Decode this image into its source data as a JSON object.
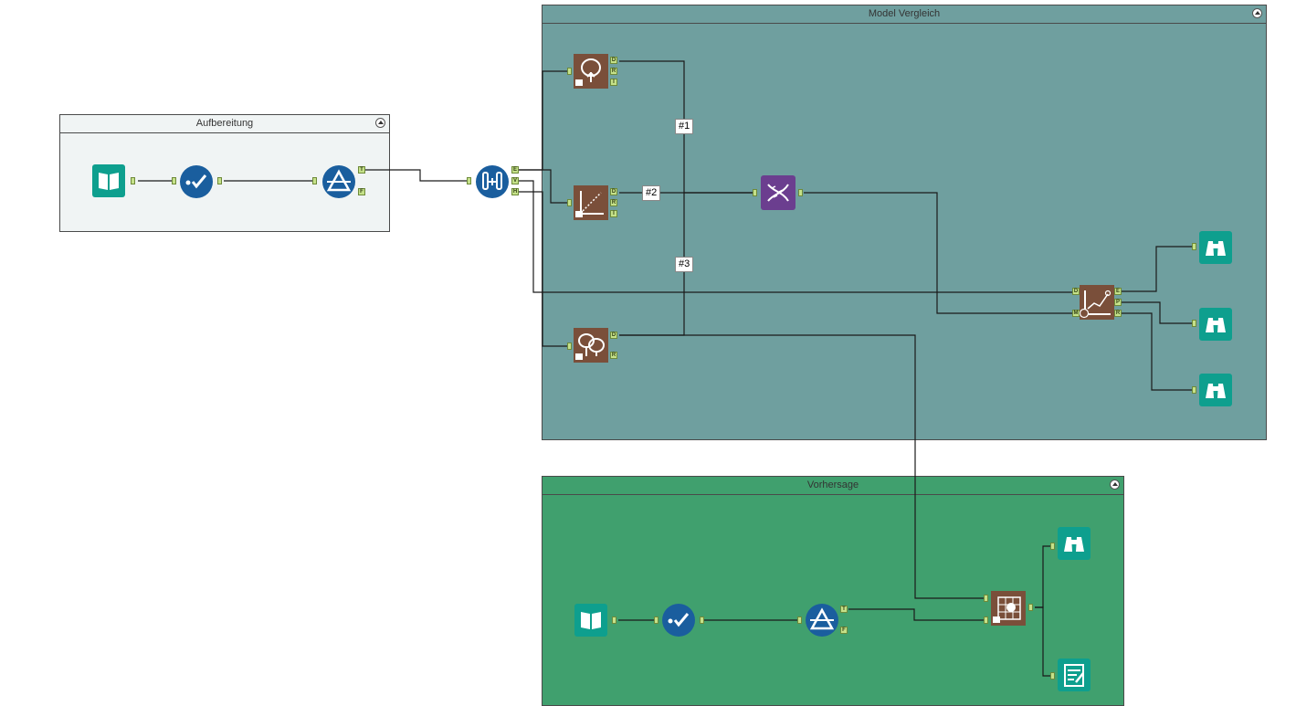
{
  "containers": {
    "aufbereitung": {
      "title": "Aufbereitung",
      "bg": "#f0f4f4"
    },
    "model_vergleich": {
      "title": "Model Vergleich",
      "bg": "#6f9f9f"
    },
    "vorhersage": {
      "title": "Vorhersage",
      "bg": "#40a06e"
    }
  },
  "connection_labels": {
    "c1": "#1",
    "c2": "#2",
    "c3": "#3"
  },
  "anchor_labels": {
    "filter": {
      "true": "T",
      "false": "F"
    },
    "create_samples": {
      "estimation": "E",
      "validation": "V",
      "holdout": "H"
    },
    "decision_tree": {
      "d": "D",
      "r": "R",
      "i": "I"
    },
    "linear_regression": {
      "d": "D",
      "r": "R",
      "i": "I"
    },
    "forest": {
      "d": "D",
      "r": "R"
    },
    "model_comparison": {
      "d": "D",
      "m": "M",
      "e": "E",
      "p": "P",
      "r": "R"
    }
  },
  "icons": {
    "input_data": "book-icon",
    "select": "select-checkmark-icon",
    "filter": "filter-prism-icon",
    "create_samples": "test-tubes-icon",
    "decision_tree": "tree-icon",
    "linear_regression": "linear-regression-icon",
    "forest": "forest-icon",
    "union": "dna-icon",
    "model_comparison": "model-comparison-chart-icon",
    "browse": "binoculars-icon",
    "score": "score-icon",
    "report": "report-document-icon"
  },
  "colors": {
    "input_tool": "#0e9f8e",
    "preparation_tool": "#1a5e9e",
    "predictive_tool": "#7a4f3a",
    "join_tool": "#6b3e8f",
    "browse_tool": "#0e9f8e",
    "anchor": "#c5e189",
    "wire": "#1a1a1a"
  }
}
